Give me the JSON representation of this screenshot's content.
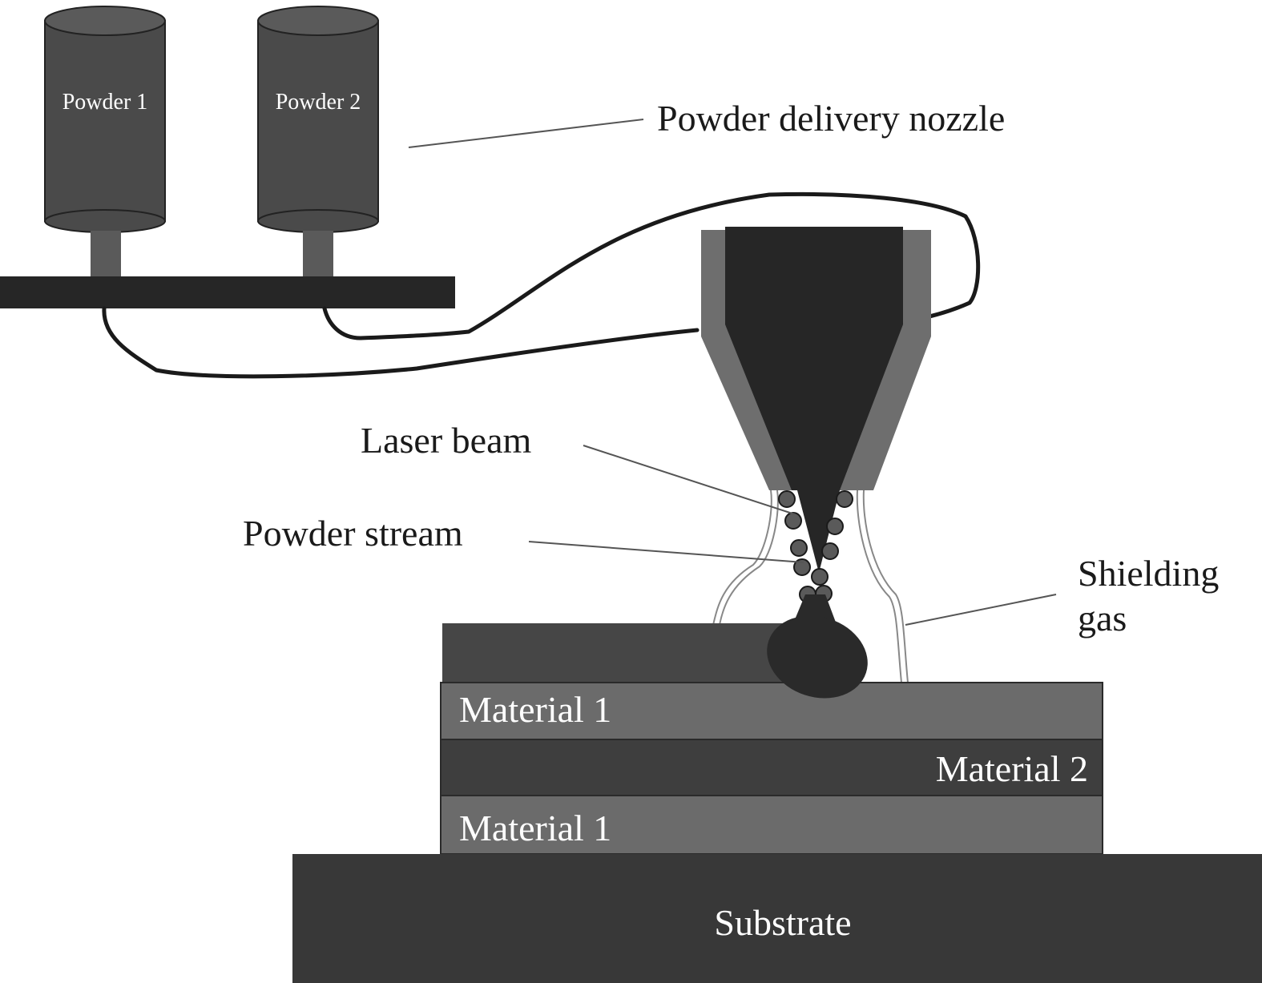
{
  "labels": {
    "powder_1": "Powder 1",
    "powder_2": "Powder 2",
    "powder_delivery_nozzle": "Powder delivery nozzle",
    "laser_beam": "Laser beam",
    "powder_stream": "Powder stream",
    "shielding_gas_line1": "Shielding",
    "shielding_gas_line2": "gas",
    "material_1_top": "Material 1",
    "material_2": "Material 2",
    "material_1_bottom": "Material 1",
    "substrate": "Substrate"
  },
  "colors": {
    "hopper": "#4a4a4a",
    "hopper_dark": "#3a3a3a",
    "rail": "#262626",
    "nozzle_outer": "#6e6e6e",
    "nozzle_inner": "#262626",
    "material_1": "#6b6b6b",
    "material_2": "#3e3e3e",
    "deposit_track": "#464646",
    "substrate": "#383838",
    "melt_pool": "#2a2a2a",
    "particle": "#5a5a5a",
    "leader_line": "#555555"
  }
}
